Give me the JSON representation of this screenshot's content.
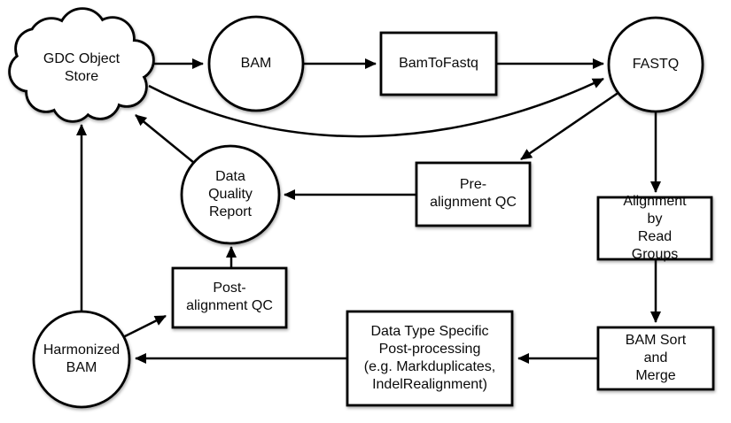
{
  "diagram": {
    "background_color": "#ffffff",
    "line_color": "#000000",
    "node_fill_color": "#ffffff",
    "nodes": {
      "gdc_object_store": {
        "label": "GDC Object\nStore",
        "shape": "cloud"
      },
      "bam": {
        "label": "BAM",
        "shape": "circle"
      },
      "bamtofastq": {
        "label": "BamToFastq",
        "shape": "rect"
      },
      "fastq": {
        "label": "FASTQ",
        "shape": "circle"
      },
      "pre_alignment_qc": {
        "label": "Pre-\nalignment QC",
        "shape": "rect"
      },
      "data_quality_report": {
        "label": "Data\nQuality\nReport",
        "shape": "circle"
      },
      "alignment_by_read_groups": {
        "label": "Alignment by\nRead Groups",
        "shape": "rect"
      },
      "bam_sort_and_merge": {
        "label": "BAM Sort and\nMerge",
        "shape": "rect"
      },
      "data_type_specific_post_processing": {
        "label": "Data Type Specific\nPost-processing\n(e.g. Markduplicates,\nIndelRealignment)",
        "shape": "rect"
      },
      "post_alignment_qc": {
        "label": "Post-\nalignment QC",
        "shape": "rect"
      },
      "harmonized_bam": {
        "label": "Harmonized\nBAM",
        "shape": "circle"
      }
    },
    "edges": [
      {
        "from": "gdc_object_store",
        "to": "bam"
      },
      {
        "from": "bam",
        "to": "bamtofastq"
      },
      {
        "from": "bamtofastq",
        "to": "fastq"
      },
      {
        "from": "gdc_object_store",
        "to": "fastq",
        "style": "curved"
      },
      {
        "from": "fastq",
        "to": "pre_alignment_qc"
      },
      {
        "from": "pre_alignment_qc",
        "to": "data_quality_report"
      },
      {
        "from": "data_quality_report",
        "to": "gdc_object_store"
      },
      {
        "from": "fastq",
        "to": "alignment_by_read_groups"
      },
      {
        "from": "alignment_by_read_groups",
        "to": "bam_sort_and_merge"
      },
      {
        "from": "bam_sort_and_merge",
        "to": "data_type_specific_post_processing"
      },
      {
        "from": "data_type_specific_post_processing",
        "to": "harmonized_bam"
      },
      {
        "from": "harmonized_bam",
        "to": "post_alignment_qc"
      },
      {
        "from": "post_alignment_qc",
        "to": "data_quality_report"
      },
      {
        "from": "harmonized_bam",
        "to": "gdc_object_store"
      }
    ]
  }
}
